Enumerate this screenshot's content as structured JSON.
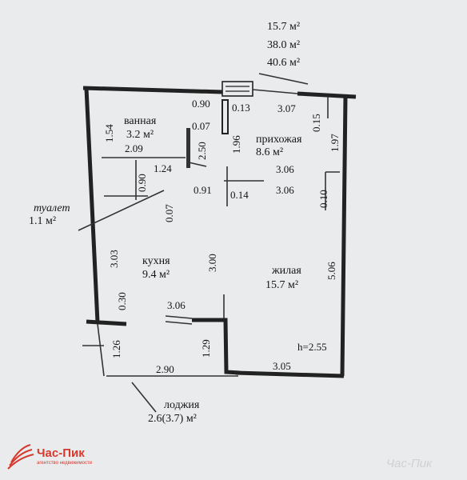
{
  "totals": {
    "living": "15.7 м²",
    "useful": "38.0 м²",
    "total": "40.6 м²"
  },
  "rooms": {
    "bathroom": {
      "name": "ванная",
      "area": "3.2 м²"
    },
    "hall": {
      "name": "прихожая",
      "area": "8.6 м²"
    },
    "toilet": {
      "name": "туалет",
      "area": "1.1 м²"
    },
    "kitchen": {
      "name": "кухня",
      "area": "9.4 м²"
    },
    "living": {
      "name": "жилая",
      "area": "15.7 м²"
    },
    "balcony": {
      "name": "лоджия",
      "area": "2.6(3.7) м²"
    }
  },
  "dimensions": {
    "d090": "0.90",
    "d013": "0.13",
    "d307": "3.07",
    "d015": "0.15",
    "d154": "1.54",
    "d007a": "0.07",
    "d209": "2.09",
    "d250": "2.50",
    "d196": "1.96",
    "d197": "1.97",
    "d124": "1.24",
    "d306a": "3.06",
    "d090b": "0.90",
    "d091": "0.91",
    "d014": "0.14",
    "d306b": "3.06",
    "d010": "0.10",
    "d007b": "0.07",
    "d303": "3.03",
    "d300": "3.00",
    "d506": "5.06",
    "d030": "0.30",
    "d306c": "3.06",
    "d126": "1.26",
    "d129": "1.29",
    "d290": "2.90",
    "d305": "3.05"
  },
  "ceiling_height": "h=2.55",
  "branding": {
    "logo_name": "Час-Пик",
    "logo_sub": "агентство недвижимости",
    "watermark": "Час-Пик",
    "logo_icon": "flag-lines-icon"
  },
  "colors": {
    "accent": "#d8392f"
  }
}
